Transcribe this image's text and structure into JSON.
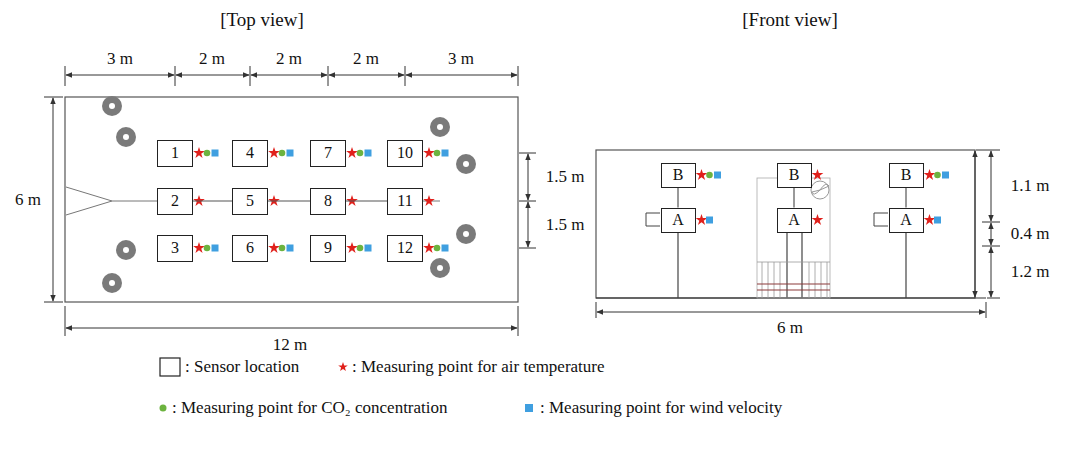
{
  "diagram": {
    "nodes": [
      {
        "text": [
          "1"
        ]
      },
      {
        "text": [
          "2"
        ]
      },
      {
        "text": [
          "3"
        ]
      },
      {
        "text": [
          "4"
        ]
      },
      {
        "text": [
          "5"
        ]
      },
      {
        "text": [
          "6"
        ]
      },
      {
        "text": [
          "7"
        ]
      },
      {
        "text": [
          "8"
        ]
      },
      {
        "text": [
          "9"
        ]
      },
      {
        "text": [
          "10"
        ]
      },
      {
        "text": [
          "11"
        ]
      },
      {
        "text": [
          "12"
        ]
      },
      {
        "text": [
          "B"
        ]
      },
      {
        "text": [
          "B"
        ]
      },
      {
        "text": [
          "B"
        ]
      },
      {
        "text": [
          "A"
        ]
      },
      {
        "text": [
          "A"
        ]
      },
      {
        "text": [
          "A"
        ]
      }
    ],
    "edges": [
      {
        "from": 1,
        "to": 4,
        "arrow": "none"
      },
      {
        "from": 4,
        "to": 7,
        "arrow": "none"
      },
      {
        "from": 7,
        "to": 10,
        "arrow": "none"
      },
      {
        "from": 12,
        "to": 15,
        "arrow": "none"
      },
      {
        "from": 13,
        "to": 16,
        "arrow": "none"
      },
      {
        "from": 14,
        "to": 17,
        "arrow": "none"
      }
    ],
    "labels": [
      "[Top view]",
      "[Front view]",
      "3 m",
      "2 m",
      "2 m",
      "2 m",
      "3 m",
      "6 m",
      "12 m",
      "1.5 m",
      "1.5 m",
      "6 m",
      "1.1 m",
      "0.4 m",
      "1.2 m"
    ],
    "legend": [
      {
        "text": ": Sensor location"
      },
      {
        "text": ": Measuring point for air temperature"
      },
      {
        "text": ": Measuring point for CO₂ concentration"
      },
      {
        "text": ": Measuring point for wind velocity"
      }
    ]
  }
}
